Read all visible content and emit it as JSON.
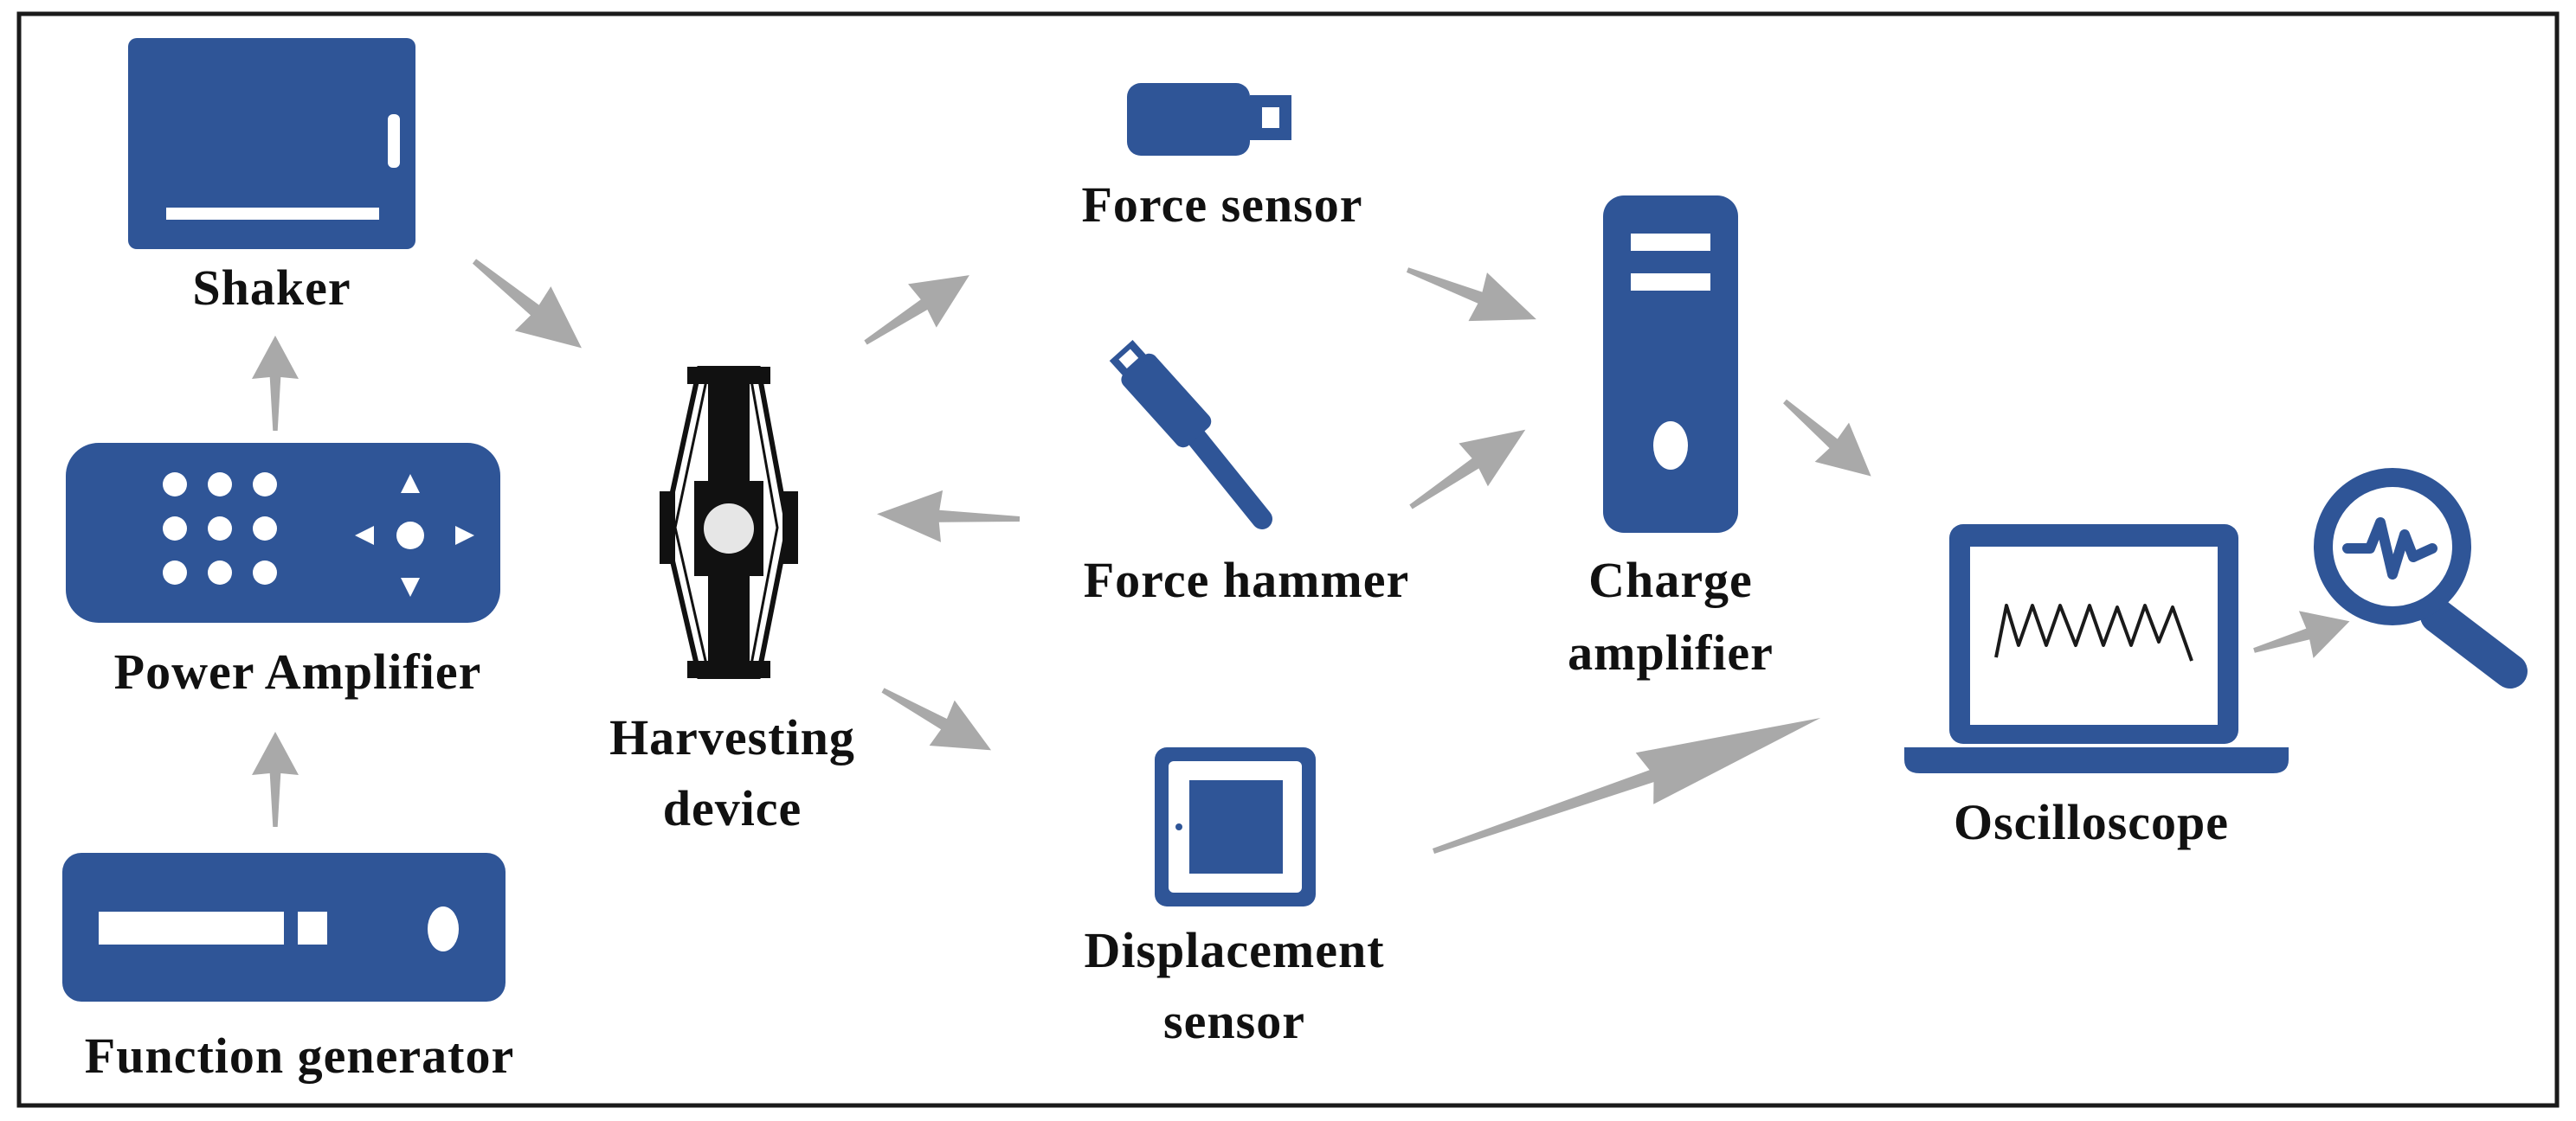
{
  "colors": {
    "device_blue": "#2f5597",
    "arrow_gray": "#a9a9a9",
    "text": "#111111"
  },
  "labels": {
    "shaker": "Shaker",
    "power_amplifier": "Power Amplifier",
    "function_generator": "Function generator",
    "harvesting_device_line1": "Harvesting",
    "harvesting_device_line2": "device",
    "force_sensor": "Force sensor",
    "force_hammer": "Force hammer",
    "displacement_sensor_line1": "Displacement",
    "displacement_sensor_line2": "sensor",
    "charge_amplifier_line1": "Charge",
    "charge_amplifier_line2": "amplifier",
    "oscilloscope": "Oscilloscope"
  },
  "icons": {
    "shaker": "shaker-icon",
    "power_amplifier": "power-amplifier-icon",
    "function_generator": "function-generator-icon",
    "harvesting_device": "harvesting-device-icon",
    "force_sensor": "force-sensor-icon",
    "force_hammer": "force-hammer-icon",
    "displacement_sensor": "displacement-sensor-icon",
    "charge_amplifier": "charge-amplifier-icon",
    "oscilloscope": "oscilloscope-laptop-icon",
    "analysis": "magnifier-waveform-icon"
  }
}
